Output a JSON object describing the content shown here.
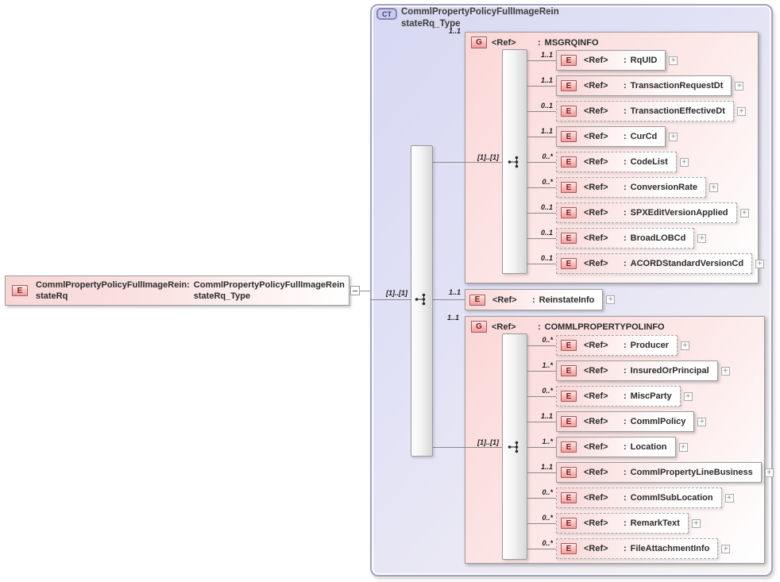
{
  "labels": {
    "ref": "<Ref>",
    "colon": ":",
    "expand": "+",
    "collapse": "−"
  },
  "icons": {
    "element_badge": "E",
    "group_badge": "G",
    "complex_type_badge": "CT",
    "compositor": "sequence-icon",
    "expand_button": "plus-box-icon",
    "collapse_button": "minus-box-icon"
  },
  "colors": {
    "container_fill": "#d7d8f2",
    "group_fill": "#fbd7d7",
    "element_fill": "#f8d6d6",
    "badge_border": "#a85a5a",
    "ct_badge_fill": "#cacaee",
    "line": "#8a8a8a",
    "box_border": "#9b9b9b"
  },
  "root_element": {
    "badge": "E",
    "name": "CommlPropertyPolicyFullImageRein\nstateRq",
    "type": "CommlPropertyPolicyFullImageRein\nstateRq_Type"
  },
  "connector": {
    "occurs": "[1]..[1]"
  },
  "complex_type": {
    "badge": "CT",
    "title": "CommlPropertyPolicyFullImageRein\nstateRq_Type",
    "children": [
      {
        "kind": "group",
        "badge": "G",
        "ref": "<Ref>",
        "name": "MSGRQINFO",
        "occurs": "1..1",
        "inner_occurs": "[1]..[1]",
        "children": [
          {
            "badge": "E",
            "ref": "<Ref>",
            "name": "RqUID",
            "occurs": "1..1",
            "optional": false
          },
          {
            "badge": "E",
            "ref": "<Ref>",
            "name": "TransactionRequestDt",
            "occurs": "1..1",
            "optional": false
          },
          {
            "badge": "E",
            "ref": "<Ref>",
            "name": "TransactionEffectiveDt",
            "occurs": "0..1",
            "optional": true
          },
          {
            "badge": "E",
            "ref": "<Ref>",
            "name": "CurCd",
            "occurs": "1..1",
            "optional": false
          },
          {
            "badge": "E",
            "ref": "<Ref>",
            "name": "CodeList",
            "occurs": "0..*",
            "optional": true
          },
          {
            "badge": "E",
            "ref": "<Ref>",
            "name": "ConversionRate",
            "occurs": "0..*",
            "optional": true
          },
          {
            "badge": "E",
            "ref": "<Ref>",
            "name": "SPXEditVersionApplied",
            "occurs": "0..1",
            "optional": true
          },
          {
            "badge": "E",
            "ref": "<Ref>",
            "name": "BroadLOBCd",
            "occurs": "0..1",
            "optional": true
          },
          {
            "badge": "E",
            "ref": "<Ref>",
            "name": "ACORDStandardVersionCd",
            "occurs": "0..1",
            "optional": true
          }
        ]
      },
      {
        "kind": "element",
        "badge": "E",
        "ref": "<Ref>",
        "name": "ReinstateInfo",
        "occurs": "1..1",
        "optional": false
      },
      {
        "kind": "group",
        "badge": "G",
        "ref": "<Ref>",
        "name": "COMMLPROPERTYPOLINFO",
        "occurs": "1..1",
        "inner_occurs": "[1]..[1]",
        "children": [
          {
            "badge": "E",
            "ref": "<Ref>",
            "name": "Producer",
            "occurs": "0..*",
            "optional": true
          },
          {
            "badge": "E",
            "ref": "<Ref>",
            "name": "InsuredOrPrincipal",
            "occurs": "1..*",
            "optional": false
          },
          {
            "badge": "E",
            "ref": "<Ref>",
            "name": "MiscParty",
            "occurs": "0..*",
            "optional": true
          },
          {
            "badge": "E",
            "ref": "<Ref>",
            "name": "CommlPolicy",
            "occurs": "1..1",
            "optional": false
          },
          {
            "badge": "E",
            "ref": "<Ref>",
            "name": "Location",
            "occurs": "1..*",
            "optional": false
          },
          {
            "badge": "E",
            "ref": "<Ref>",
            "name": "CommlPropertyLineBusiness",
            "occurs": "1..1",
            "optional": false
          },
          {
            "badge": "E",
            "ref": "<Ref>",
            "name": "CommlSubLocation",
            "occurs": "0..*",
            "optional": true
          },
          {
            "badge": "E",
            "ref": "<Ref>",
            "name": "RemarkText",
            "occurs": "0..*",
            "optional": true
          },
          {
            "badge": "E",
            "ref": "<Ref>",
            "name": "FileAttachmentInfo",
            "occurs": "0..*",
            "optional": true
          }
        ]
      }
    ]
  }
}
